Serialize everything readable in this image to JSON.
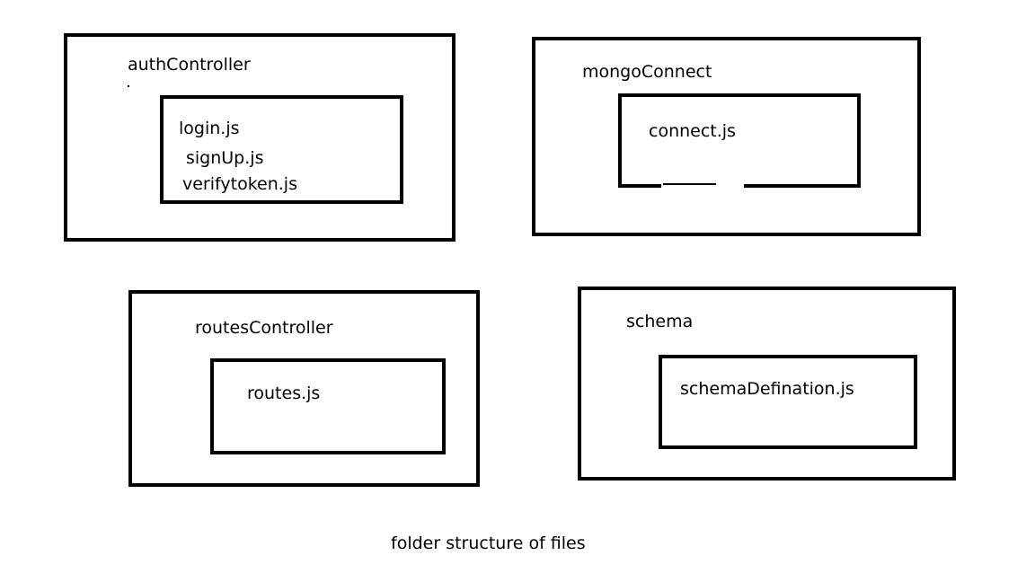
{
  "folders": [
    {
      "name": "authController",
      "files": [
        "login.js",
        "signUp.js",
        "verifytoken.js"
      ]
    },
    {
      "name": "mongoConnect",
      "files": [
        "connect.js"
      ]
    },
    {
      "name": "routesController",
      "files": [
        "routes.js"
      ]
    },
    {
      "name": "schema",
      "files": [
        "schemaDefination.js"
      ]
    }
  ],
  "caption": "folder structure of files",
  "colors": {
    "background": "#ffffff",
    "stroke": "#000000"
  }
}
